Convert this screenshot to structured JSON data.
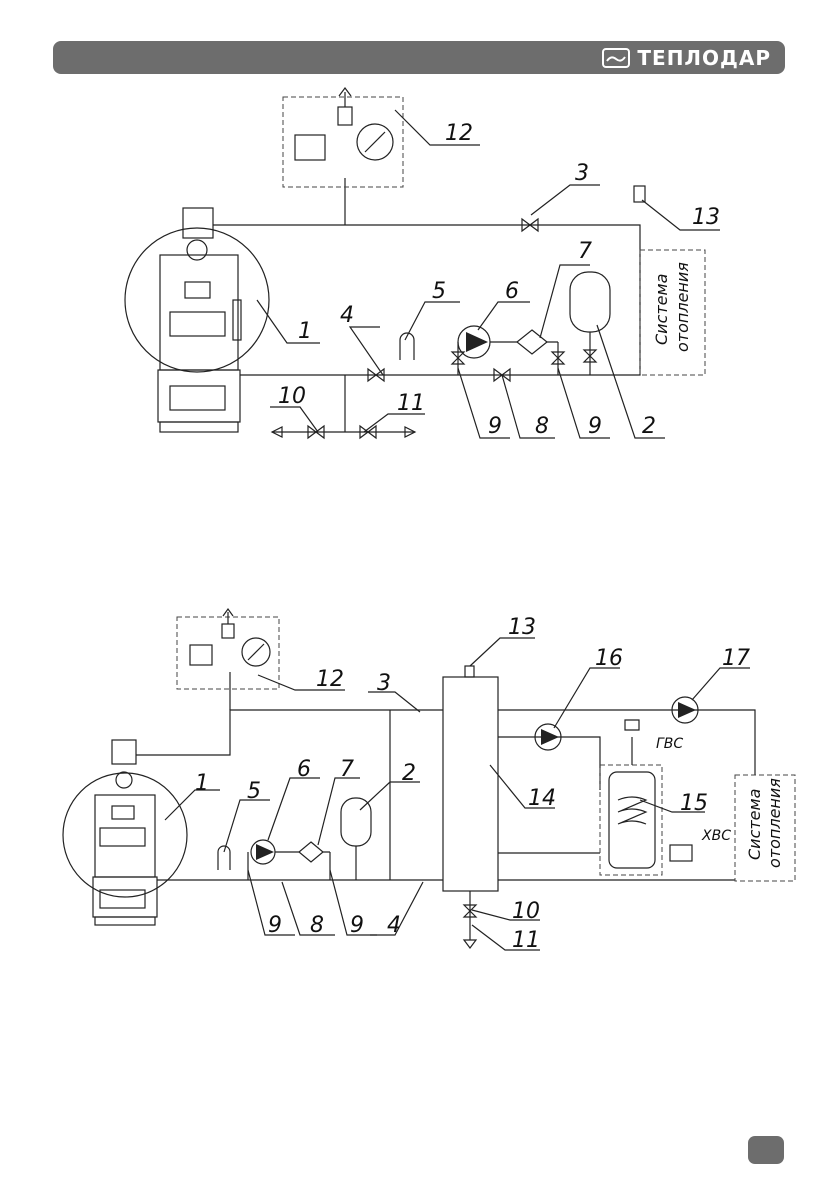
{
  "header": {
    "brand": "ТЕПЛОДАР"
  },
  "diagram1": {
    "labels": [
      "1",
      "2",
      "3",
      "4",
      "5",
      "6",
      "7",
      "8",
      "9",
      "9",
      "10",
      "11",
      "12",
      "13"
    ],
    "system_line1": "Система",
    "system_line2": "отопления"
  },
  "diagram2": {
    "labels": [
      "1",
      "2",
      "3",
      "4",
      "5",
      "6",
      "7",
      "8",
      "9",
      "9",
      "10",
      "11",
      "12",
      "13",
      "14",
      "15",
      "16",
      "17"
    ],
    "system_line1": "Система",
    "system_line2": "отопления",
    "hot_water": "ГВС",
    "cold_water": "ХВС"
  },
  "colors": {
    "bar": "#6d6d6d",
    "line": "#222222"
  }
}
